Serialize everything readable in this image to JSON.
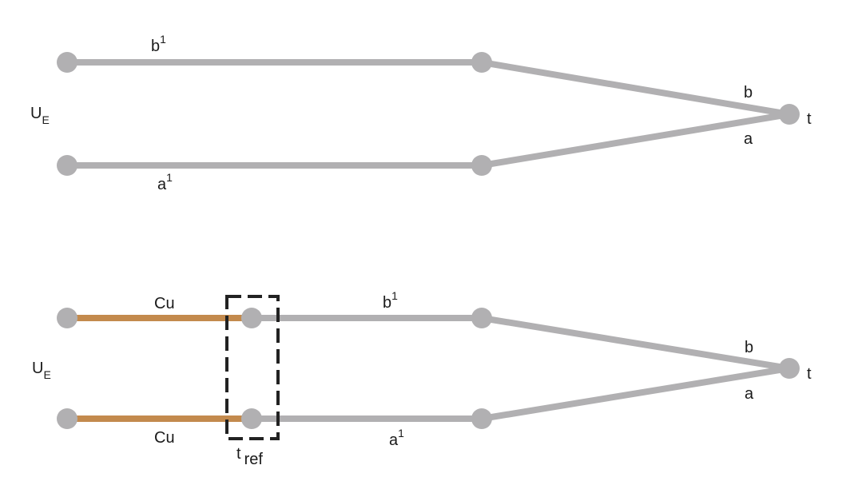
{
  "colors": {
    "wire": "#b1b0b2",
    "copper": "#c38a4d",
    "node": "#b1b0b2",
    "box": "#222222",
    "text": "#1a1a1a"
  },
  "top": {
    "ue_main": "U",
    "ue_sub": "E",
    "b1_main": "b",
    "b1_sup": "1",
    "a1_main": "a",
    "a1_sup": "1",
    "b_label": "b",
    "a_label": "a",
    "t_label": "t"
  },
  "bottom": {
    "ue_main": "U",
    "ue_sub": "E",
    "cu_top": "Cu",
    "cu_bottom": "Cu",
    "b1_main": "b",
    "b1_sup": "1",
    "a1_main": "a",
    "a1_sup": "1",
    "b_label": "b",
    "a_label": "a",
    "t_label": "t",
    "tref_main": "t",
    "tref_sub": "ref"
  }
}
